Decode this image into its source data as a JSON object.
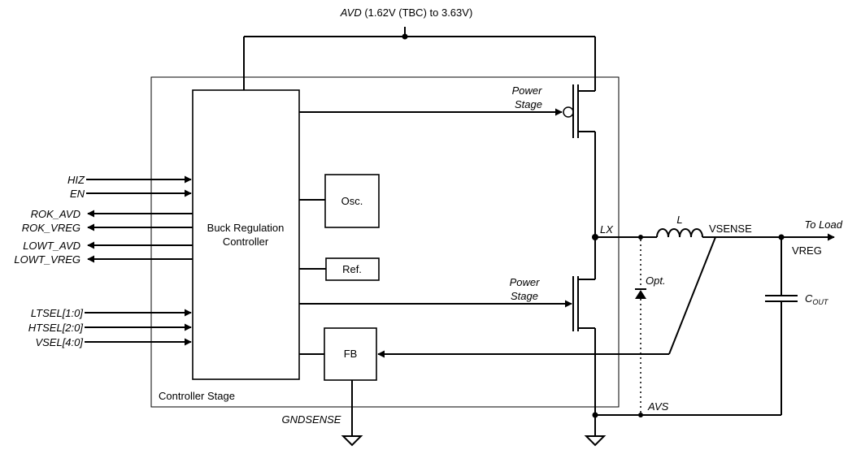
{
  "supply": {
    "name": "AVD",
    "range": " (1.62V (TBC) to 3.63V)"
  },
  "controller_stage": "Controller Stage",
  "buck_controller": {
    "line1": "Buck Regulation",
    "line2": "Controller"
  },
  "osc": "Osc.",
  "ref": "Ref.",
  "fb": "FB",
  "power_stage_high": {
    "line1": "Power",
    "line2": "Stage"
  },
  "power_stage_low": {
    "line1": "Power",
    "line2": "Stage"
  },
  "inputs": [
    "HIZ",
    "EN"
  ],
  "outputs": [
    "ROK_AVD",
    "ROK_VREG",
    "LOWT_AVD",
    "LOWT_VREG"
  ],
  "sel_inputs": [
    "LTSEL[1:0]",
    "HTSEL[2:0]",
    "VSEL[4:0]"
  ],
  "lx": "LX",
  "inductor": "L",
  "vsense": "VSENSE",
  "to_load": "To Load",
  "vreg": "VREG",
  "cout": {
    "main": "C",
    "sub": "OUT"
  },
  "opt": "Opt.",
  "avs": "AVS",
  "gndsense": "GNDSENSE"
}
